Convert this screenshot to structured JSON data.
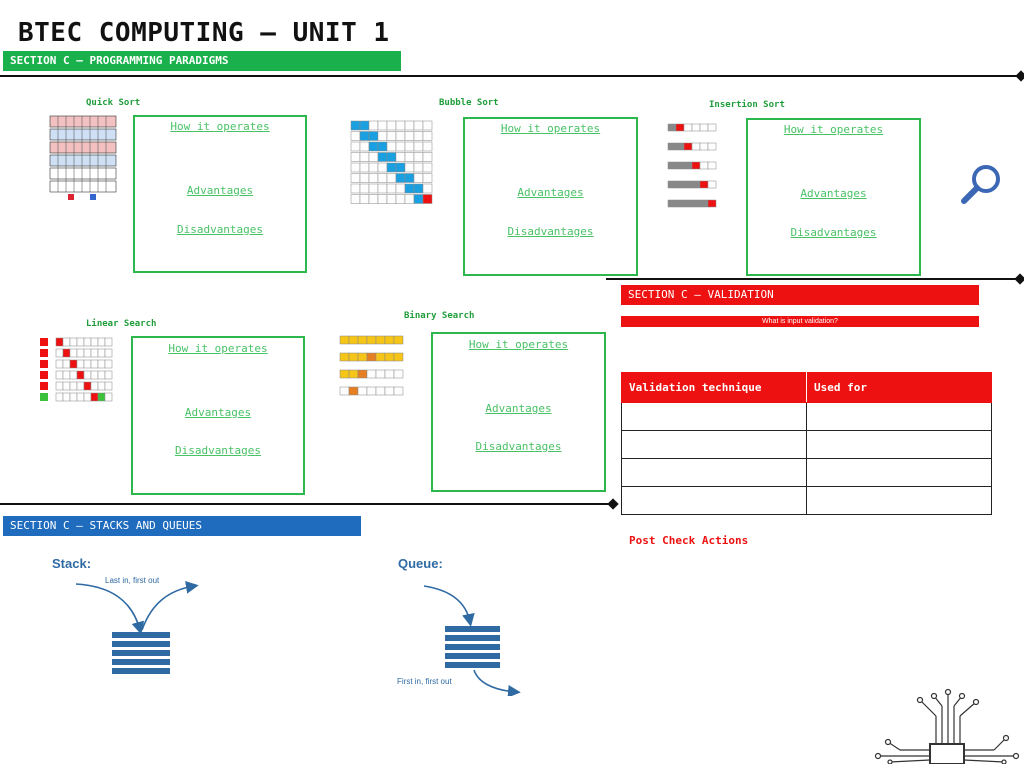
{
  "page": {
    "title": "BTEC COMPUTING – UNIT 1"
  },
  "colors": {
    "green_banner": "#1ab04c",
    "red_banner": "#ee1111",
    "blue_banner": "#1f6bbd",
    "box_green": "#2db84d",
    "link_green": "#49c266",
    "stack_blue": "#2f6aa3"
  },
  "sections": {
    "paradigms": "SECTION C – PROGRAMMING PARADIGMS",
    "validation": "SECTION C – VALIDATION",
    "stacks_queues": "SECTION C – STACKS AND QUEUES"
  },
  "algorithms": {
    "quick_sort": {
      "title": "Quick Sort",
      "how": "How it operates",
      "adv": "Advantages",
      "dis": "Disadvantages"
    },
    "bubble_sort": {
      "title": "Bubble Sort",
      "how": "How it operates",
      "adv": "Advantages",
      "dis": "Disadvantages"
    },
    "insertion_sort": {
      "title": "Insertion Sort",
      "how": "How it operates",
      "adv": "Advantages",
      "dis": "Disadvantages"
    },
    "linear_search": {
      "title": "Linear Search",
      "how": "How it operates",
      "adv": "Advantages",
      "dis": "Disadvantages"
    },
    "binary_search": {
      "title": "Binary Search",
      "how": "How it operates",
      "adv": "Advantages",
      "dis": "Disadvantages"
    }
  },
  "validation": {
    "question": "What is input validation?",
    "table_headers": [
      "Validation technique",
      "Used for"
    ],
    "rows": [
      [
        "",
        ""
      ],
      [
        "",
        ""
      ],
      [
        "",
        ""
      ],
      [
        "",
        ""
      ]
    ],
    "post_check": "Post Check Actions"
  },
  "stack": {
    "label": "Stack:",
    "caption": "Last in, first out"
  },
  "queue": {
    "label": "Queue:",
    "caption": "First in, first out"
  },
  "icons": {
    "search": "magnifier-icon",
    "logo": "circuit-board-icon"
  }
}
